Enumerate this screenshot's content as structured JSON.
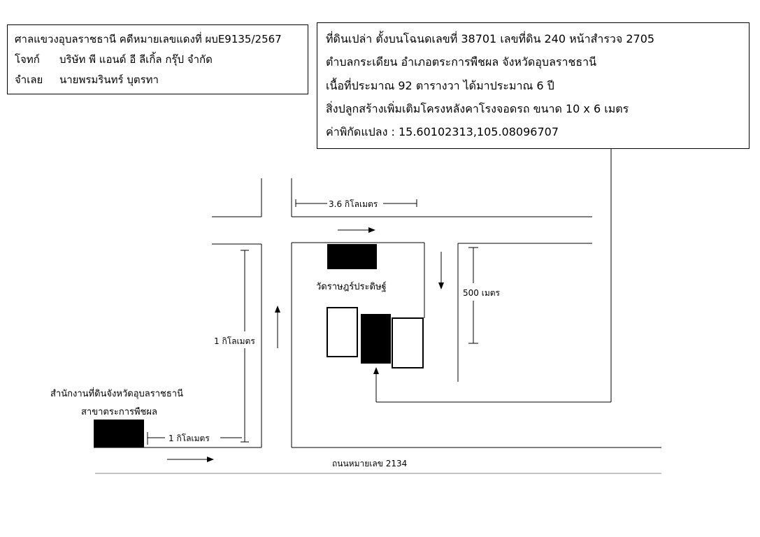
{
  "case_box": {
    "court_line": "ศาลแขวงอุบลราชธานี  คดีหมายเลขแดงที่ ผบE9135/2567",
    "plaintiff_label": "โจทก์",
    "plaintiff_value": "บริษัท พี แอนด์ อี ลีเกิ้ล กรุ๊ป จำกัด",
    "defendant_label": "จำเลย",
    "defendant_value": "นายพรมรินทร์ บุตรทา"
  },
  "property_box": {
    "line1": "ที่ดินเปล่า ตั้งบนโฉนดเลขที่ 38701 เลขที่ดิน 240 หน้าสำรวจ 2705",
    "line2": "ตำบลกระเดียน อำเภอตระการพืชผล จังหวัดอุบลราชธานี",
    "line3": "เนื้อที่ประมาณ 92 ตารางวา ได้มาประมาณ 6 ปี",
    "line4": "สิ่งปลูกสร้างเพิ่มเติมโครงหลังคาโรงจอดรถ ขนาด 10 x 6 เมตร",
    "line5": "ค่าพิกัดแปลง : 15.60102313,105.08096707"
  },
  "map": {
    "dist_top": "3.6 กิโลเมตร",
    "dist_left_vertical": "1 กิโลเมตร",
    "dist_right_vertical": "500 เมตร",
    "dist_bottom": "1 กิโลเมตร",
    "temple_label": "วัดราษฎร์ประดิษฐ์",
    "office_line1": "สำนักงานที่ดินจังหวัดอุบลราชธานี",
    "office_line2": "สาขาตระการพืชผล",
    "road_label": "ถนนหมายเลข 2134"
  }
}
